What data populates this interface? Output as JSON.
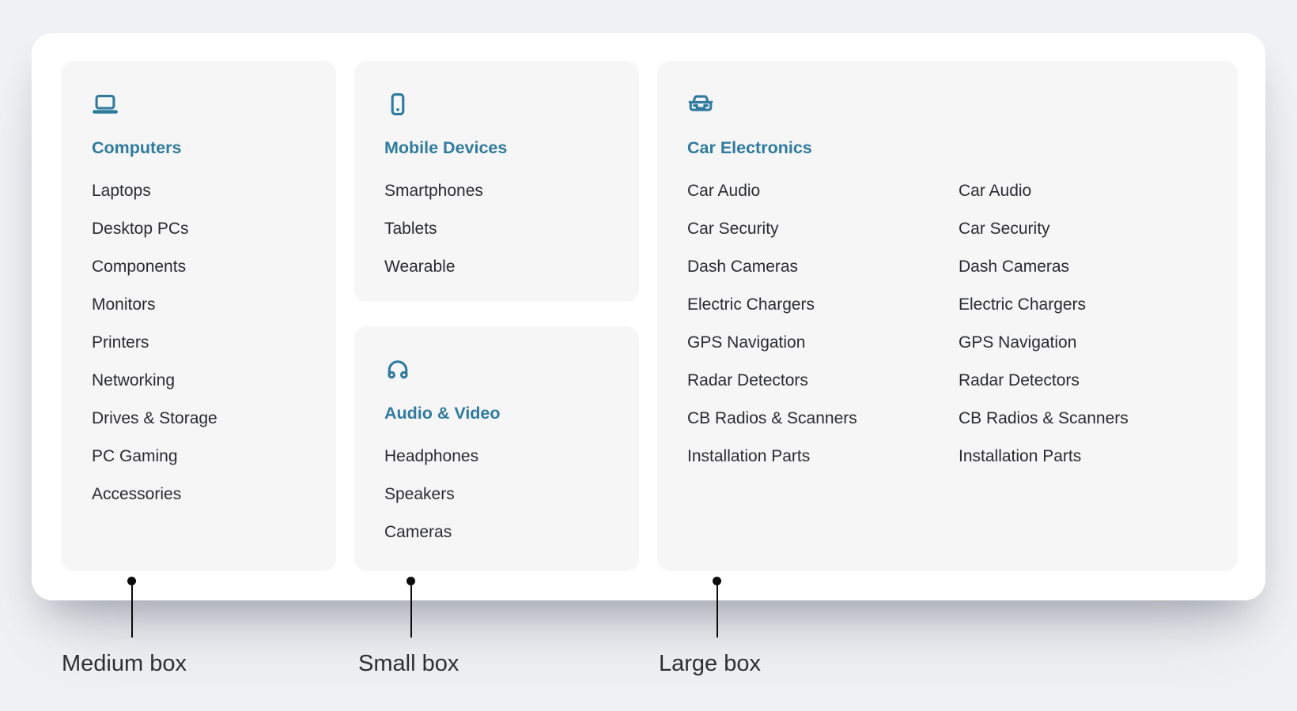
{
  "colors": {
    "page_bg": "#eff1f4",
    "card_bg": "#ffffff",
    "box_bg": "#f6f6f7",
    "accent": "#2e7b9e",
    "item_text": "#2a2b2e",
    "annotation_text": "#2e2f31",
    "annotation_marker": "#0b0b0c"
  },
  "boxes": {
    "medium": {
      "icon": "laptop-icon",
      "title": "Computers",
      "items": [
        "Laptops",
        "Desktop PCs",
        "Components",
        "Monitors",
        "Printers",
        "Networking",
        "Drives & Storage",
        "PC Gaming",
        "Accessories"
      ]
    },
    "small_top": {
      "icon": "smartphone-icon",
      "title": "Mobile Devices",
      "items": [
        "Smartphones",
        "Tablets",
        "Wearable"
      ]
    },
    "small_bottom": {
      "icon": "headphones-icon",
      "title": "Audio & Video",
      "items": [
        "Headphones",
        "Speakers",
        "Cameras"
      ]
    },
    "large": {
      "icon": "car-icon",
      "title": "Car Electronics",
      "columns": [
        [
          "Car Audio",
          "Car Security",
          "Dash Cameras",
          "Electric Chargers",
          "GPS Navigation",
          "Radar Detectors",
          "CB Radios & Scanners",
          "Installation Parts"
        ],
        [
          "Car Audio",
          "Car Security",
          "Dash Cameras",
          "Electric Chargers",
          "GPS Navigation",
          "Radar Detectors",
          "CB Radios & Scanners",
          "Installation Parts"
        ]
      ]
    }
  },
  "annotations": [
    {
      "label": "Medium box"
    },
    {
      "label": "Small box"
    },
    {
      "label": "Large box"
    }
  ]
}
